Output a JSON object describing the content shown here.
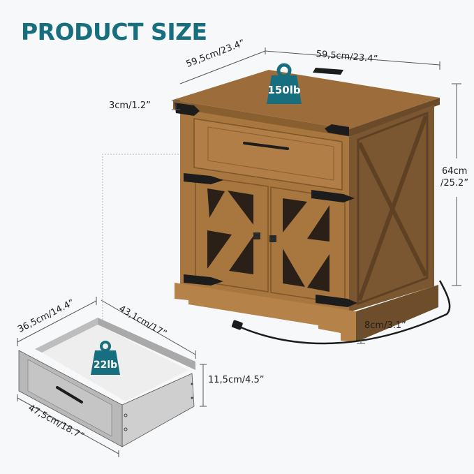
{
  "header": {
    "title": "PRODUCT SIZE"
  },
  "colors": {
    "accent": "#176e7e",
    "background": "#f6f8fa",
    "wood_front": "#a8773f",
    "wood_side": "#7a5631",
    "wood_top": "#9c6d3a",
    "hardware": "#1c1c1c",
    "drawer_gray": "#c9c9c9"
  },
  "cabinet": {
    "width_depth_label": "59,5cm/23.4”",
    "width_front_label": "59,5cm/23.4”",
    "top_thickness_label": "3cm/1.2”",
    "height_label_cm": "64cm",
    "height_label_in": "/25.2”",
    "base_height_label": "8cm/3.1”",
    "top_load": {
      "icon": "weight-icon",
      "label": "150lb"
    },
    "features": [
      "drawer",
      "barn-doors",
      "mesh-panels",
      "charging-station",
      "power-cord"
    ]
  },
  "drawer": {
    "depth_label": "36,5cm/14.4”",
    "inner_width_label": "43,1cm/17”",
    "height_label": "11,5cm/4.5”",
    "front_width_label": "47,5cm/18.7”",
    "load": {
      "icon": "weight-icon",
      "label": "22lb"
    }
  }
}
